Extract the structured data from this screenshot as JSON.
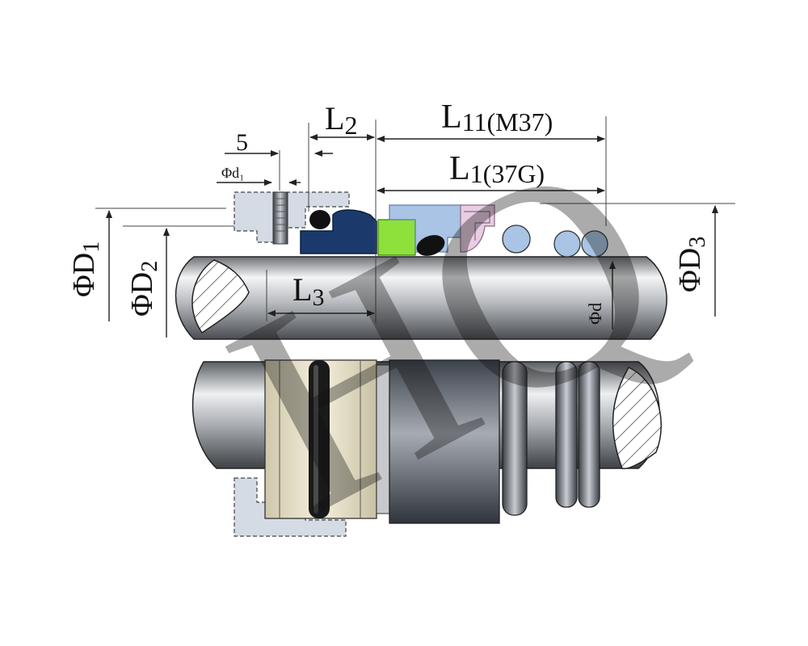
{
  "labels": {
    "five": "5",
    "phi_d1": "Φd₁",
    "l2_main": "L",
    "l2_sub": "2",
    "l11_main": "L",
    "l11_sub": "11",
    "l11_suffix": "(M37)",
    "l1_main": "L",
    "l1_sub": "1",
    "l1_suffix": "(37G)",
    "l3_main": "L",
    "l3_sub": "3",
    "phi_D1_main": "ΦD",
    "phi_D1_sub": "1",
    "phi_D2_main": "ΦD",
    "phi_D2_sub": "2",
    "phi_D3_main": "ΦD",
    "phi_D3_sub": "3",
    "phi_d": "Φd"
  },
  "colors": {
    "gland": "#d4dbe4",
    "seat_blue": "#1b3a6b",
    "green_ring": "#8ee03a",
    "light_blue": "#a9c4e4",
    "pink_part": "#e8cde3",
    "beige": "#e9e2c8",
    "dark_rubber": "#111111",
    "watermark": "#e58ec8"
  },
  "watermark": "HQ"
}
